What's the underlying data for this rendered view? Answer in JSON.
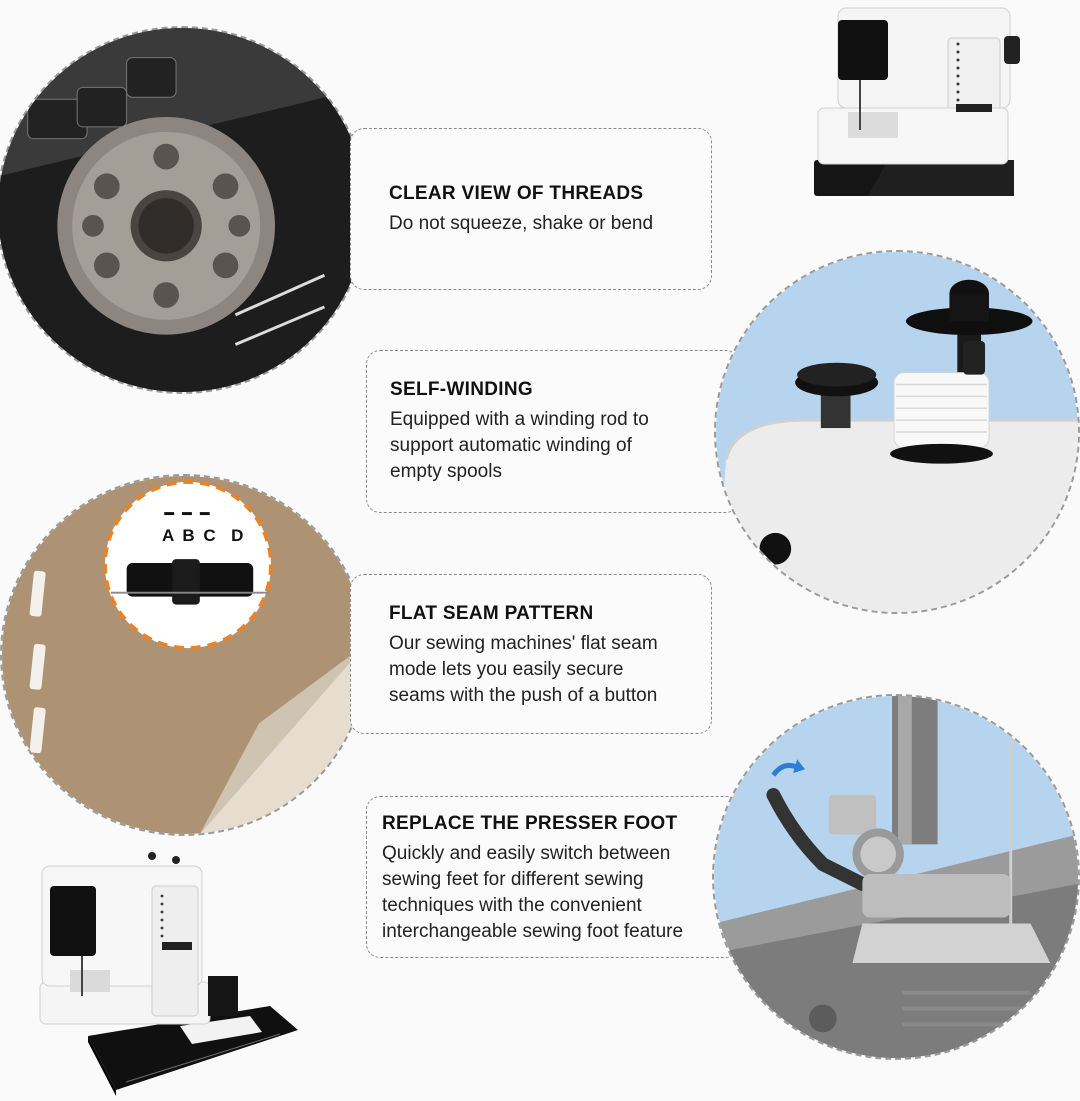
{
  "features": [
    {
      "title": "CLEAR VIEW OF THREADS",
      "lines": [
        "Do not squeeze, shake or bend"
      ],
      "image_icon": "bobbin-closeup-icon"
    },
    {
      "title": "SELF-WINDING",
      "lines": [
        "Equipped with a winding rod to",
        "support automatic winding of",
        "empty spools"
      ],
      "image_icon": "winding-spool-icon"
    },
    {
      "title": "FLAT SEAM PATTERN",
      "lines": [
        "Our sewing machines' flat seam",
        "mode lets you easily secure",
        "seams with the push of a button"
      ],
      "image_icon": "stitch-selector-icon",
      "selector_labels": "A B C  D"
    },
    {
      "title": "REPLACE THE PRESSER FOOT",
      "lines": [
        "Quickly and easily switch between",
        "sewing feet for different sewing",
        "techniques with the convenient",
        "interchangeable sewing foot feature"
      ],
      "image_icon": "presser-foot-icon"
    }
  ],
  "colors": {
    "background": "#fafafa",
    "card_border": "#8a8a8a",
    "accent_orange": "#e8832a",
    "accent_blue": "#2a7fd4",
    "machine_black": "#151515",
    "sky_blue": "#b7d4ef"
  }
}
